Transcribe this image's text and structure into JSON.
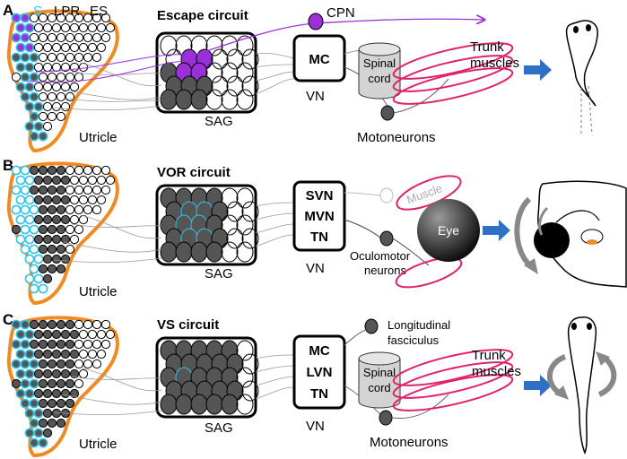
{
  "colors": {
    "utricle_outline": "#f08a24",
    "cyan": "#33c3e6",
    "purple": "#9b30d9",
    "dark_cell": "#555555",
    "muscle": "#e0206a",
    "arrow": "#2f6fc4"
  },
  "panels": [
    {
      "letter": "A",
      "title": "Escape circuit",
      "utricle_label": "Utricle",
      "zone_labels": [
        "S",
        "LPR",
        "ES"
      ],
      "sag_label": "SAG",
      "vn_nuclei": [
        "MC"
      ],
      "vn_label": "VN",
      "cpn_label": "CPN",
      "cord_label": [
        "Spinal",
        "cord"
      ],
      "motor_label": "Motoneurons",
      "target_label": [
        "Trunk",
        "muscles"
      ]
    },
    {
      "letter": "B",
      "title": "VOR circuit",
      "utricle_label": "Utricle",
      "sag_label": "SAG",
      "vn_nuclei": [
        "SVN",
        "MVN",
        "TN"
      ],
      "vn_label": "VN",
      "muscle_label": "Muscle",
      "eye_label": "Eye",
      "motor_label": [
        "Oculomotor",
        "neurons"
      ]
    },
    {
      "letter": "C",
      "title": "VS circuit",
      "utricle_label": "Utricle",
      "sag_label": "SAG",
      "vn_nuclei": [
        "MC",
        "LVN",
        "TN"
      ],
      "vn_label": "VN",
      "tract_label": [
        "Longitudinal",
        "fasciculus"
      ],
      "cord_label": [
        "Spinal",
        "cord"
      ],
      "motor_label": "Motoneurons",
      "target_label": [
        "Trunk",
        "muscles"
      ]
    }
  ]
}
